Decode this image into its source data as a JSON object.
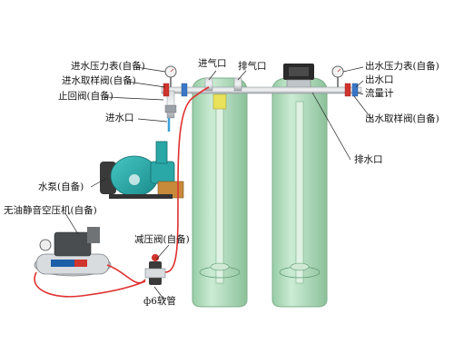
{
  "labels": {
    "inlet_pressure_gauge": "进水压力表(自备)",
    "inlet_sampling_valve": "进水取样阀(自备)",
    "check_valve": "止回阀(自备)",
    "water_inlet": "进水口",
    "air_inlet": "进气口",
    "air_outlet": "排气口",
    "outlet_pressure_gauge": "出水压力表(自备)",
    "water_outlet": "出水口",
    "flow_meter": "流量计",
    "outlet_sampling_valve": "出水取样阀(自备)",
    "drain_outlet": "排水口",
    "water_pump": "水泵(自备)",
    "oil_free_compressor": "无油静音空压机(自备)",
    "pressure_reducing_valve": "减压阀(自备)",
    "hose": "ф6软管"
  },
  "colors": {
    "tank_body": "#a9d8b4",
    "tank_edge": "#6fa77d",
    "pump_body": "#2bb0b0",
    "air_hose": "#e03030",
    "water_line": "#3aa0d8",
    "pipe": "#b8bcc0"
  }
}
